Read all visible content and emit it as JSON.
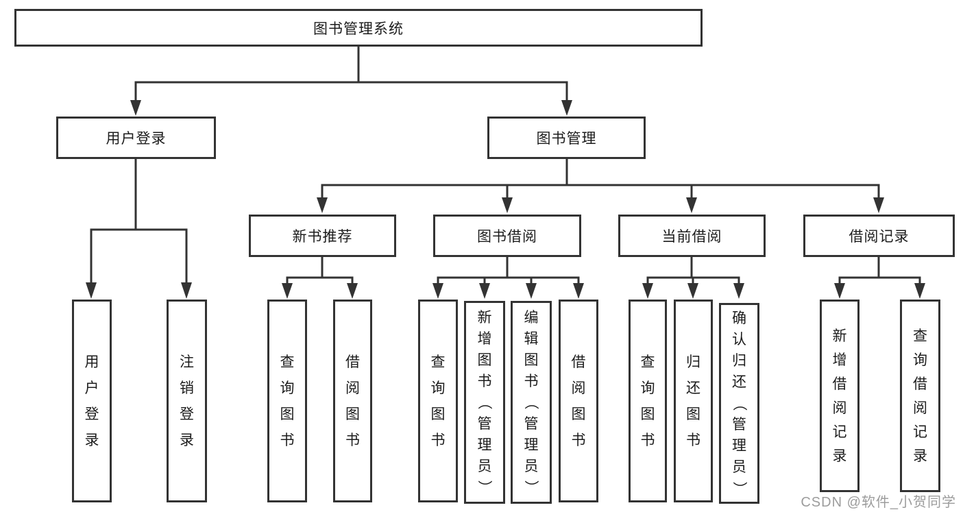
{
  "diagram": {
    "root": "图书管理系统",
    "level2": [
      "用户登录",
      "图书管理"
    ],
    "level3": [
      "新书推荐",
      "图书借阅",
      "当前借阅",
      "借阅记录"
    ],
    "leaves": {
      "login": [
        "用户登录",
        "注销登录"
      ],
      "newbook": [
        "查询图书",
        "借阅图书"
      ],
      "borrow": [
        "查询图书",
        "新增图书（管理员）",
        "编辑图书（管理员）",
        "借阅图书"
      ],
      "current": [
        "查询图书",
        "归还图书",
        "确认归还（管理员）"
      ],
      "records": [
        "新增借阅记录",
        "查询借阅记录"
      ]
    }
  },
  "watermark": "CSDN @软件_小贺同学",
  "colors": {
    "line": "#333333",
    "text": "#1c1c1c",
    "watermark": "#9c9c9c",
    "background": "#ffffff"
  }
}
